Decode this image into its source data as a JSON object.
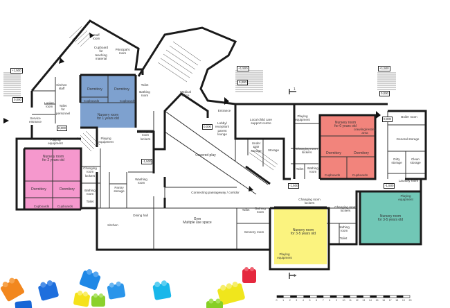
{
  "colors": {
    "pink": "#f598cd",
    "blue": "#7ea1cf",
    "salmon": "#f2847c",
    "yellow": "#fbf37f",
    "teal": "#71c7b6",
    "wall": "#1a1a1a"
  },
  "rooms": {
    "staff_room": "Staff\nroom",
    "cupboard_teaching": "Cupboard\nfor\nteaching\nmaterial",
    "principals_room": "Principal's\nroom",
    "kitchen_staff": "Kitchen\nstaff",
    "locker_room": "Locker\nroom",
    "toilet_personnel": "Toilet\nfor\npersonnel",
    "service_entrance": "Service\nentrance",
    "dormitory_1a": "Dormitory",
    "dormitory_1b": "Dormitory",
    "cupboards_1": "Cupboards",
    "cupboards_1b": "Cupboards",
    "toilet_1": "Toilet",
    "bathing_room_1": "Bathing\nroom",
    "nursery_1yr": "Nursery room\nfor 1 years old",
    "playing_equipment_1": "Playing\nequipment",
    "changing_lockers_1": "Changing\nroom\nlockers",
    "medical_office": "Medical\noffice",
    "entrance": "Entrance",
    "lobby": "Lobby/\nreception/\nparent\nlounge",
    "local_child_care": "Local child care\nsupport centre",
    "playing_equipment_top": "Playing\nequipment",
    "nursery_0yr": "Nursery room\nfor 0 years old",
    "crawling_area": "crawling/resting\narea",
    "boiler_room": "Boiler room",
    "general_storage": "General storage",
    "covered_play": "Covered play",
    "under_stair": "Under\nstair\nstorage",
    "storage_mid": "Storage",
    "toilet_mid": "Toilet",
    "changing_lockers_mid": "Changing room\nlockers",
    "bathing_room_mid": "Bathing\nroom",
    "dormitory_0a": "Dormitory",
    "dormitory_0b": "Dormitory",
    "cupboards_0": "Cupboards",
    "cupboards_0b": "Cupboards",
    "dirty_storage": "Dirty\nstorage",
    "clean_storage": "Clean\nstorage",
    "laundry_room": "Laundry room",
    "playing_equipment_left": "Playing\nequipment",
    "nursery_2yr": "Nursery room\nfor 2 years old",
    "dormitory_2a": "Dormitory",
    "dormitory_2b": "Dormitory",
    "cupboards_2": "Cupboards",
    "cupboards_2b": "Cupboards",
    "changing_lockers_2": "Changing\nroom\nlockers",
    "bathing_room_2": "Bathing\nroom",
    "toilet_2": "Toilet",
    "pantry_storage": "Pantry\nstorage",
    "washing_room": "Washing\nroom",
    "dining_hall": "Dining hall",
    "connecting_corridor": "Connecting passageway / corridor",
    "kitchen": "Kitchen",
    "gym": "Gym\nMultiple use space",
    "toilet_gym": "Toilet",
    "bathing_room_gym": "Bathing\nroom",
    "sensory_room": "Sensory room",
    "changing_lockers_35": "Changing room\nlockers",
    "nursery_35": "Nursery room\nfor 3-5 years old",
    "playing_equipment_35": "Playing\nequipment",
    "changing_lockers_right": "Changing room\nlockers",
    "bathing_room_right": "Bathing\nroom",
    "toilet_right": "Toilet",
    "nursery_35b": "Nursery room\nfor 3-5 years old",
    "playing_equipment_teal": "Playing\nequipment"
  },
  "levels": {
    "l1": "+1,500",
    "l2": "0,000",
    "l3": "+1,500",
    "l4": "+1,500",
    "l5": "0,000",
    "l6": "0,000",
    "l7": "0,000",
    "l8": "-1,500",
    "l9": "-1,500",
    "l10": "0,000",
    "l11": "-1,500",
    "l12": "0,000"
  },
  "section_marks": {
    "top": "1",
    "bottom": "1"
  },
  "scale_ticks": [
    "0",
    "1",
    "2",
    "3",
    "4",
    "5",
    "6",
    "7",
    "8",
    "9",
    "10",
    "11",
    "12",
    "13",
    "14",
    "15",
    "16",
    "17",
    "18",
    "19",
    "20"
  ]
}
